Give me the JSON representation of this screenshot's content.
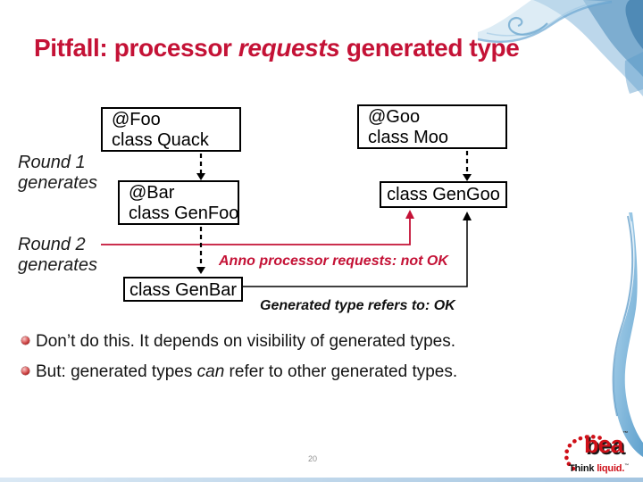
{
  "slide": {
    "title_prefix": "Pitfall: processor ",
    "title_italic": "requests",
    "title_suffix": " generated type",
    "page_number": "20"
  },
  "diagram": {
    "round1_line1": "Round 1",
    "round1_line2": "generates",
    "round2_line1": "Round 2",
    "round2_line2": "generates",
    "boxes": [
      {
        "name": "foo",
        "lines": [
          "@Foo",
          "class Quack"
        ]
      },
      {
        "name": "goo",
        "lines": [
          "@Goo",
          "class Moo"
        ]
      },
      {
        "name": "bar",
        "lines": [
          "@Bar",
          "class GenFoo"
        ]
      },
      {
        "name": "gengoo",
        "lines": [
          "class GenGoo"
        ]
      },
      {
        "name": "genbar",
        "lines": [
          "class GenBar"
        ]
      }
    ],
    "annotation_not_ok": "Anno processor requests: not OK",
    "annotation_ok": "Generated type refers to: OK"
  },
  "bullets": [
    {
      "prefix": "Don’t do this. It depends on visibility of generated types.",
      "italic": "",
      "suffix": ""
    },
    {
      "prefix": "But: generated types ",
      "italic": "can",
      "suffix": " refer to other generated types."
    }
  ],
  "logo": {
    "brand": "bea",
    "trademark": "™",
    "tagline_black": "Think",
    "tagline_red": "liquid."
  },
  "colors": {
    "accent_red": "#c41236",
    "logo_red": "#cf1019",
    "swirl_blue": "#5c9cc9",
    "page_number_gray": "#909090"
  }
}
